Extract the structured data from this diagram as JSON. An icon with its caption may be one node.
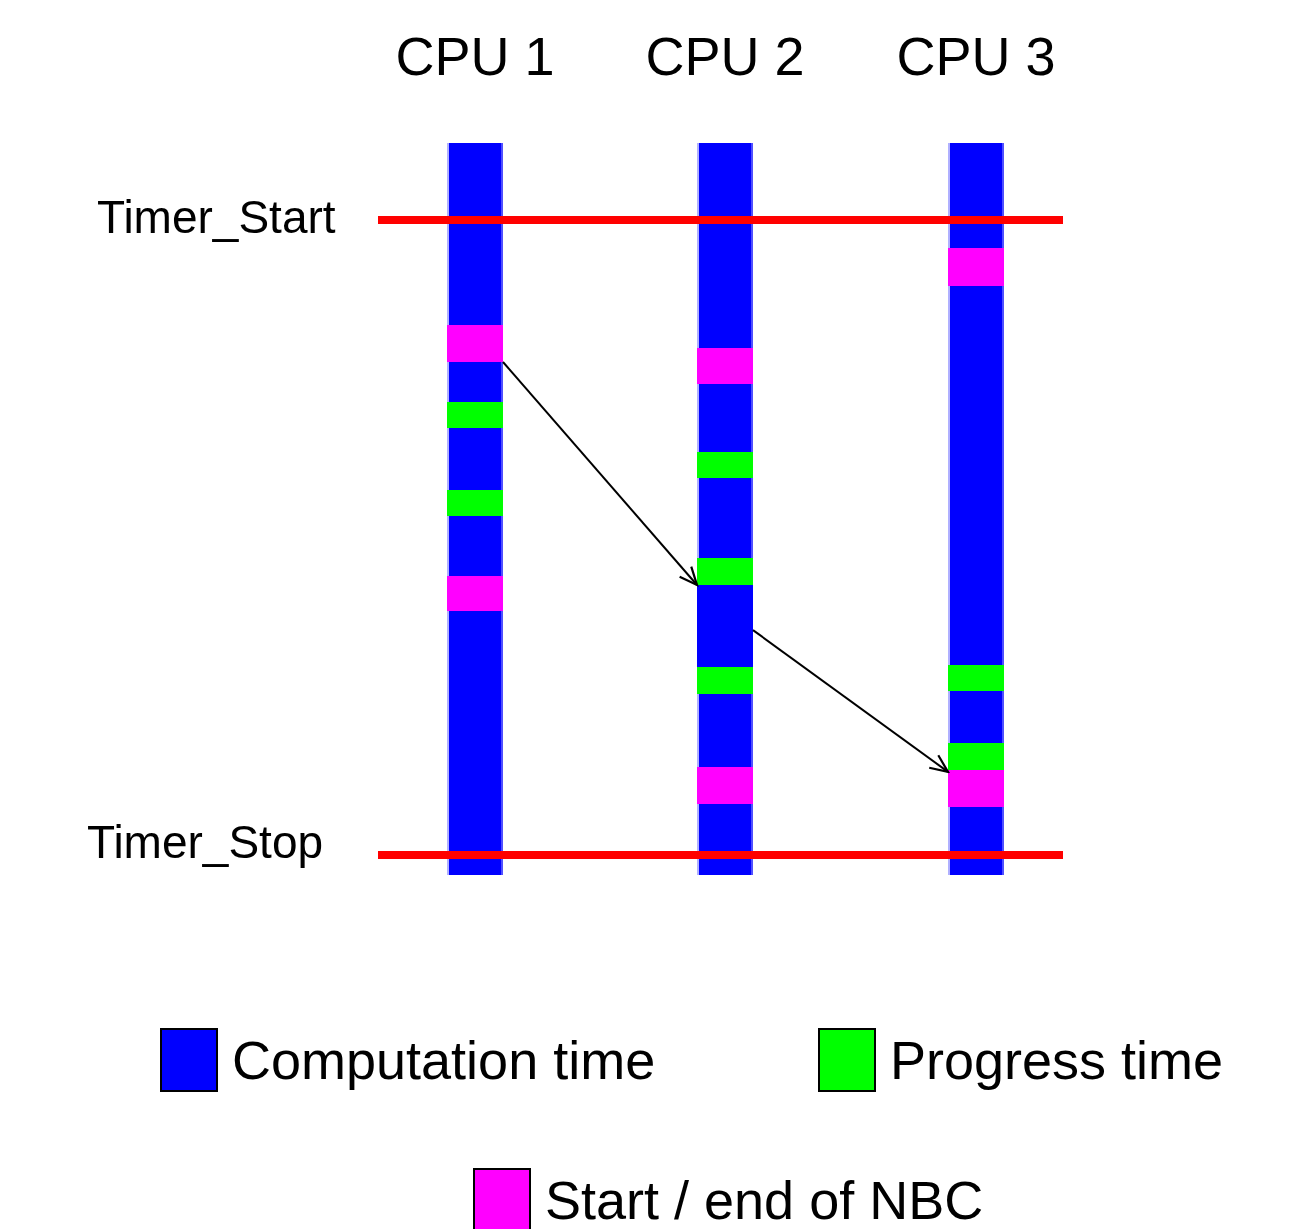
{
  "diagram": {
    "nodes": [
      {
        "text": [
          "CPU 1"
        ]
      },
      {
        "text": [
          "CPU 2"
        ]
      },
      {
        "text": [
          "CPU 3"
        ]
      },
      {
        "text": [],
        "shape": "bar",
        "in": 0
      },
      {
        "text": [],
        "shape": "bar",
        "in": 0
      },
      {
        "text": [],
        "shape": "bar",
        "in": 0
      },
      {
        "text": [],
        "shape": "bar",
        "in": 0
      },
      {
        "text": [],
        "shape": "bar",
        "in": 1
      },
      {
        "text": [],
        "shape": "bar",
        "in": 1
      },
      {
        "text": [],
        "shape": "bar",
        "in": 1
      },
      {
        "text": [],
        "shape": "bar",
        "in": 1
      },
      {
        "text": [],
        "shape": "bar",
        "in": 1
      },
      {
        "text": [],
        "shape": "bar",
        "in": 1
      },
      {
        "text": [],
        "shape": "bar",
        "in": 2
      },
      {
        "text": [],
        "shape": "bar",
        "in": 2
      },
      {
        "text": [],
        "shape": "bar",
        "in": 2
      },
      {
        "text": [],
        "shape": "bar",
        "in": 2
      }
    ],
    "edges": [
      {
        "from": 3,
        "to": 9,
        "arrow": "to"
      },
      {
        "from": 10,
        "to": 16,
        "arrow": "to"
      }
    ],
    "labels": [
      "Timer_Start",
      "Timer_Stop"
    ],
    "legend": [
      {
        "text": "Computation time",
        "color": "#0000ff"
      },
      {
        "text": "Progress time",
        "color": "#00ff00"
      },
      {
        "text": "Start / end of NBC",
        "color": "#ff00ff"
      }
    ]
  }
}
